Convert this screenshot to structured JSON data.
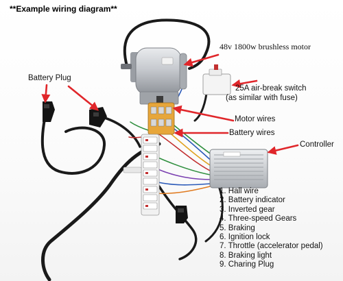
{
  "diagram": {
    "title": "**Example wiring diagram**",
    "labels": {
      "motor": "48v 1800w brushless motor",
      "battery_plug": "Battery Plug",
      "switch_line1": "25A air-break switch",
      "switch_line2": "(as similar with fuse)",
      "motor_wires": "Motor wires",
      "battery_wires": "Battery wires",
      "controller": "Controller"
    },
    "legend": [
      "1. Hall wire",
      "2. Battery indicator",
      "3. Inverted gear",
      "4. Three-speed Gears",
      "5. Braking",
      "6. Ignition lock",
      "7. Throttle (accelerator pedal)",
      "8. Braking light",
      "9. Charing Plug"
    ],
    "colors": {
      "arrow": "#e0262a",
      "cable": "#1a1a1a",
      "motor_body": "#c9ccd0",
      "controller_body": "#d4d7da",
      "connector_block": "#e7a63a"
    }
  }
}
